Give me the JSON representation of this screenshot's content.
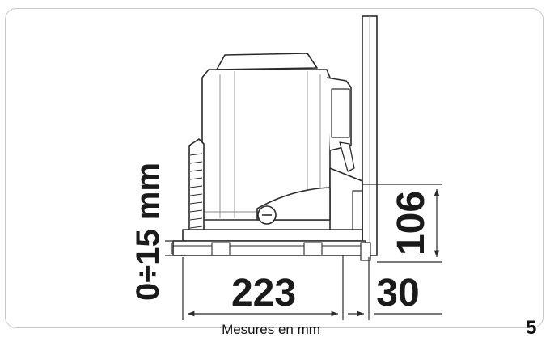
{
  "figure": {
    "number": "5",
    "caption": "Mesures en mm"
  },
  "dimensions": {
    "gap_label": "0÷15 mm",
    "width_label": "223",
    "offset_label": "30",
    "height_label": "106"
  },
  "colors": {
    "line": "#2a2a2a",
    "fill": "#ffffff",
    "frame": "#c8c8c8"
  }
}
